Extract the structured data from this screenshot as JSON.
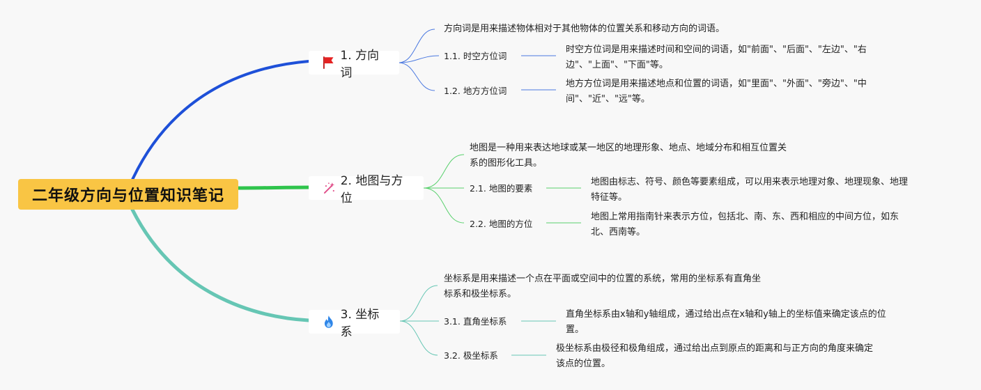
{
  "title": "二年级方向与位置知识笔记",
  "colors": {
    "b1": "#1e50d8",
    "b2": "#2fc44c",
    "b3": "#66c6b4",
    "root": "#f9c544"
  },
  "branches": [
    {
      "label": "1. 方向词",
      "icon": "red-flag-icon",
      "desc": "方向词是用来描述物体相对于其他物体的位置关系和移动方向的词语。",
      "subs": [
        {
          "label": "1.1. 时空方位词",
          "desc_l1": "时空方位词是用来描述时间和空间的词语，如\"前面\"、\"后面\"、\"左边\"、\"右",
          "desc_l2": "边\"、\"上面\"、\"下面\"等。"
        },
        {
          "label": "1.2. 地方方位词",
          "desc_l1": "地方方位词是用来描述地点和位置的词语，如\"里面\"、\"外面\"、\"旁边\"、\"中",
          "desc_l2": "间\"、\"近\"、\"远\"等。"
        }
      ]
    },
    {
      "label": "2. 地图与方位",
      "icon": "magic-wand-icon",
      "desc_l1": "地图是一种用来表达地球或某一地区的地理形象、地点、地域分布和相互位置关",
      "desc_l2": "系的图形化工具。",
      "subs": [
        {
          "label": "2.1. 地图的要素",
          "desc_l1": "地图由标志、符号、颜色等要素组成，可以用来表示地理对象、地理现象、地理",
          "desc_l2": "特征等。"
        },
        {
          "label": "2.2. 地图的方位",
          "desc_l1": "地图上常用指南针来表示方位，包括北、南、东、西和相应的中间方位，如东",
          "desc_l2": "北、西南等。"
        }
      ]
    },
    {
      "label": "3. 坐标系",
      "icon": "fire-icon",
      "desc_l1": "坐标系是用来描述一个点在平面或空间中的位置的系统，常用的坐标系有直角坐",
      "desc_l2": "标系和极坐标系。",
      "subs": [
        {
          "label": "3.1. 直角坐标系",
          "desc_l1": "直角坐标系由x轴和y轴组成，通过给出点在x轴和y轴上的坐标值来确定该点的位",
          "desc_l2": "置。"
        },
        {
          "label": "3.2. 极坐标系",
          "desc_l1": "极坐标系由极径和极角组成，通过给出点到原点的距离和与正方向的角度来确定",
          "desc_l2": "该点的位置。"
        }
      ]
    }
  ]
}
